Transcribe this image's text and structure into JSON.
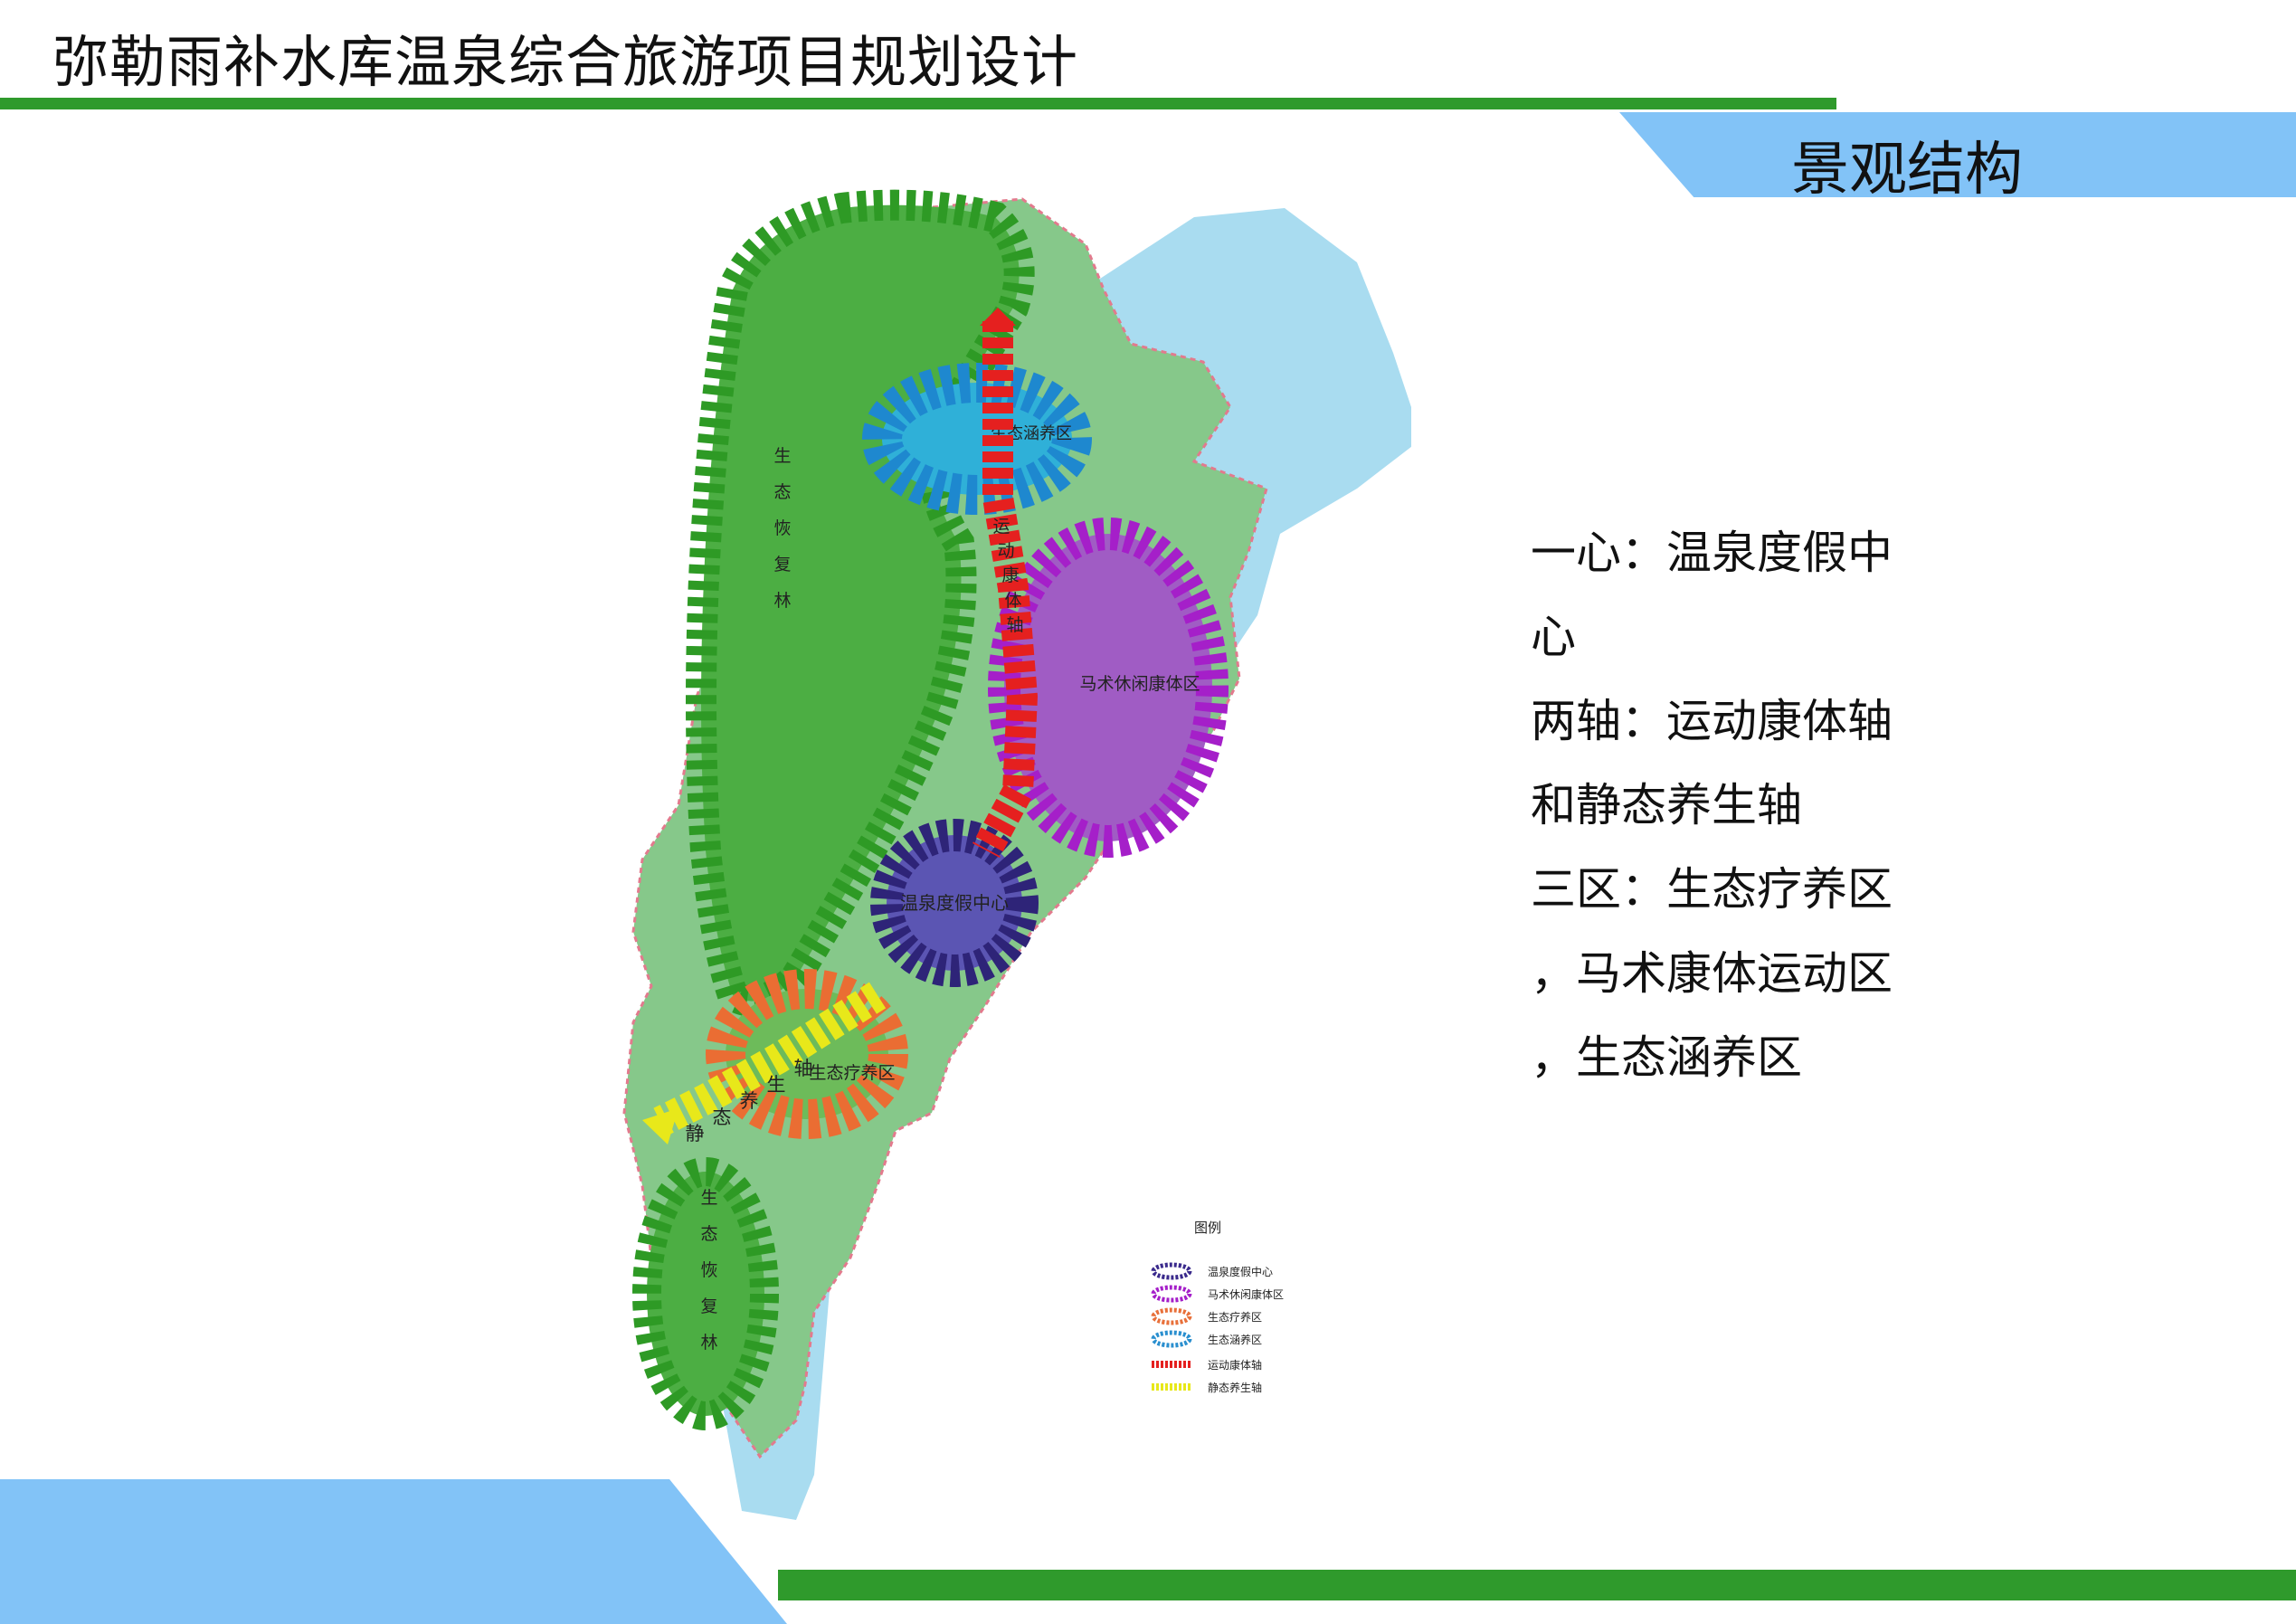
{
  "header": {
    "title": "弥勒雨补水库温泉综合旅游项目规划设计"
  },
  "section": {
    "label": "景观结构"
  },
  "description": {
    "lines": [
      "一心：温泉度假中",
      "心",
      "两轴：运动康体轴",
      "和静态养生轴",
      "三区：生态疗养区",
      "，马术康体运动区",
      "，生态涵养区"
    ]
  },
  "map": {
    "zones": {
      "forest_north": [
        "生",
        "态",
        "恢",
        "复",
        "林"
      ],
      "forest_south": [
        "生",
        "态",
        "恢",
        "复",
        "林"
      ],
      "conservation": "生态涵养区",
      "equestrian": "马术休闲康体区",
      "hotspring": "温泉度假中心",
      "wellness": "生态疗养区"
    },
    "axes": {
      "sport": [
        "运",
        "动",
        "康",
        "体",
        "轴"
      ],
      "static": [
        "静",
        "态",
        "养",
        "生",
        "轴"
      ]
    },
    "legend": {
      "title": "图例",
      "items": [
        {
          "label": "温泉度假中心",
          "color": "#3a2a8c"
        },
        {
          "label": "马术休闲康体区",
          "color": "#a51fc9"
        },
        {
          "label": "生态疗养区",
          "color": "#e8703a"
        },
        {
          "label": "生态涵养区",
          "color": "#2a8fcf"
        },
        {
          "label": "运动康体轴",
          "color": "#e5201f"
        },
        {
          "label": "静态养生轴",
          "color": "#e8e81a"
        }
      ]
    },
    "colors": {
      "land": "#86c88a",
      "water": "#a9dcf0",
      "forest": "#4cae43",
      "forest_dash": "#2e9a25"
    }
  }
}
